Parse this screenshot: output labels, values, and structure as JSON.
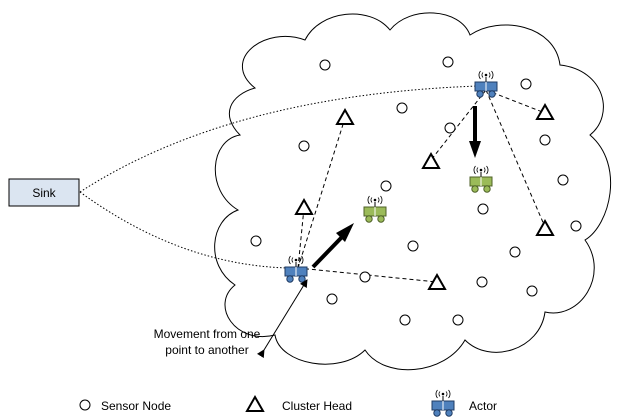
{
  "sink": {
    "label": "Sink"
  },
  "annotation": {
    "line1": "Movement from one",
    "line2": "point to another"
  },
  "legend": {
    "sensor_node": "Sensor Node",
    "cluster_head": "Cluster Head",
    "actor": "Actor"
  },
  "colors": {
    "sink_fill": "#dbe5f1",
    "actor_blue": "#4f81bd",
    "actor_green": "#9bbb59",
    "stroke": "#000000"
  }
}
